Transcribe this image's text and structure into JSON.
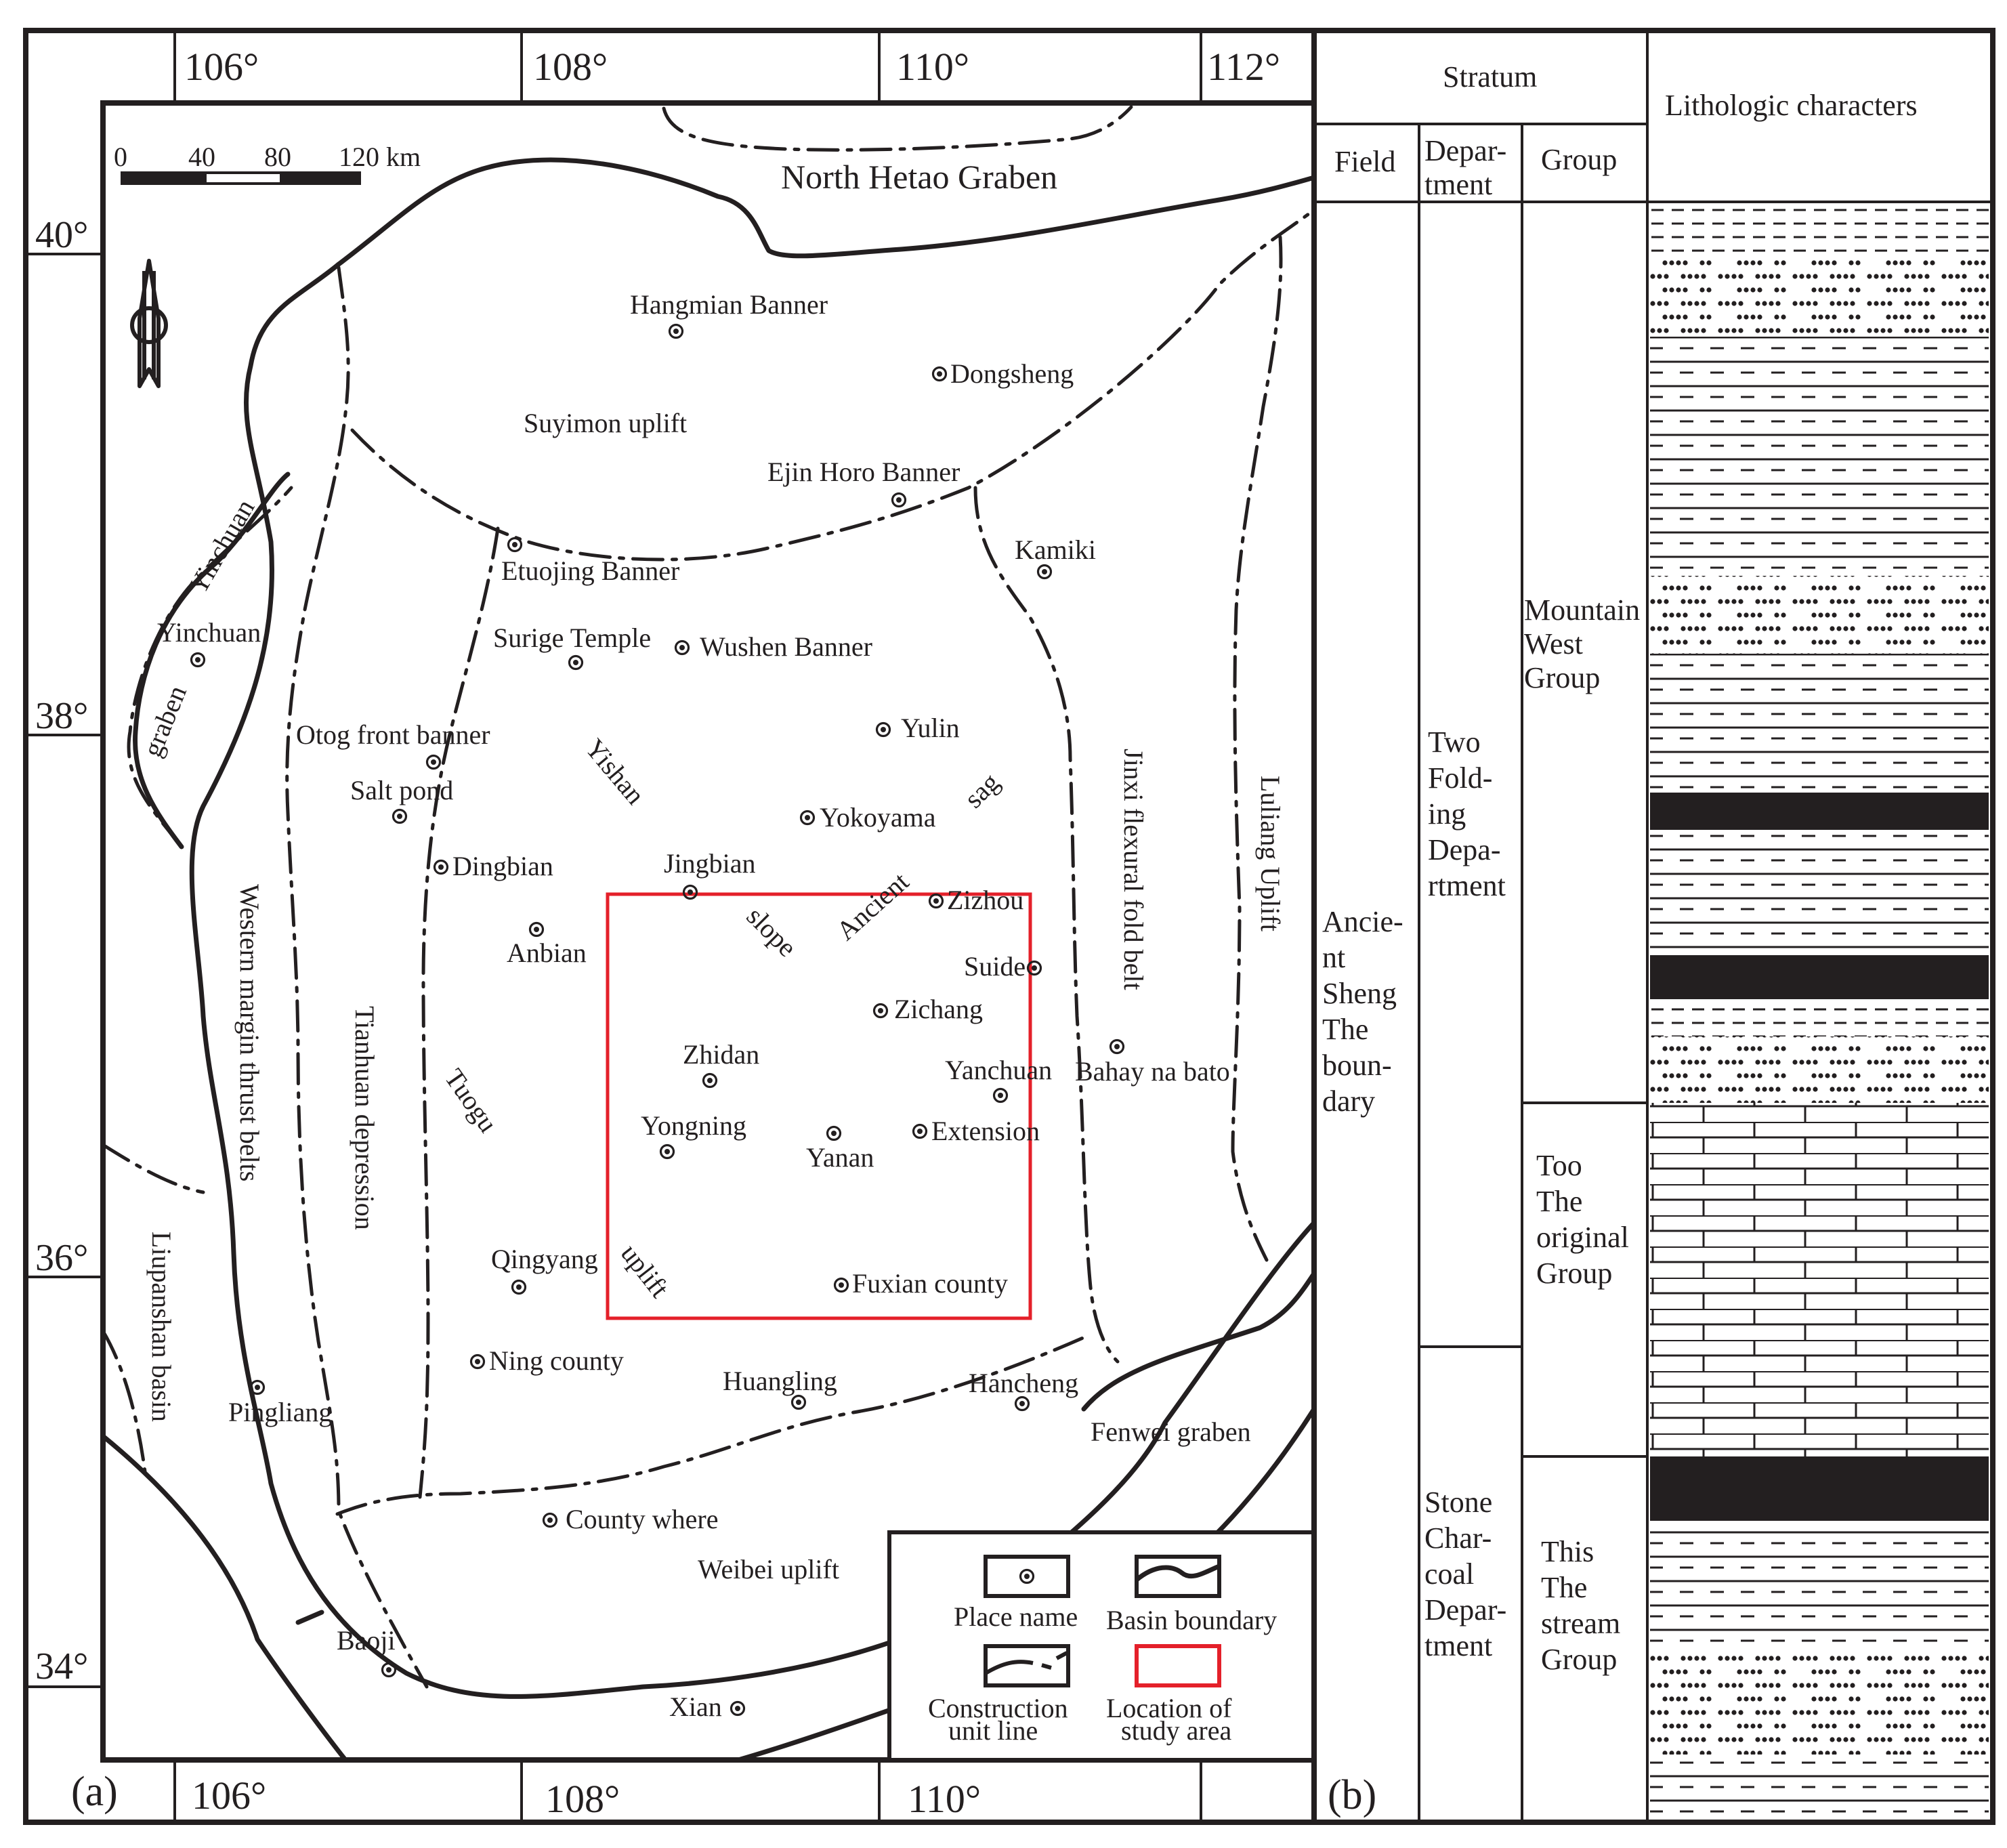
{
  "panel_labels": {
    "a": "(a)",
    "b": "(b)"
  },
  "map": {
    "top_lon_ticks": [
      "106°",
      "108°",
      "110°",
      "112°"
    ],
    "bottom_lon_ticks": [
      "106°",
      "108°",
      "110°"
    ],
    "lat_ticks": [
      "40°",
      "38°",
      "36°",
      "34°"
    ],
    "scale_bar": {
      "labels": [
        "0",
        "40",
        "80",
        "120 km"
      ]
    },
    "places": [
      {
        "id": "hangmian-banner",
        "name": "Hangmian Banner"
      },
      {
        "id": "dongsheng",
        "name": "Dongsheng"
      },
      {
        "id": "ejin-horo-banner",
        "name": "Ejin Horo Banner"
      },
      {
        "id": "kamiki",
        "name": "Kamiki"
      },
      {
        "id": "etuojing-banner",
        "name": "Etuojing Banner"
      },
      {
        "id": "yinchuan",
        "name": "Yinchuan"
      },
      {
        "id": "surige-temple",
        "name": "Surige Temple"
      },
      {
        "id": "wushen-banner",
        "name": "Wushen Banner"
      },
      {
        "id": "yulin",
        "name": "Yulin"
      },
      {
        "id": "otog-front-banner",
        "name": "Otog front banner"
      },
      {
        "id": "salt-pond",
        "name": "Salt pond"
      },
      {
        "id": "yokoyama",
        "name": "Yokoyama"
      },
      {
        "id": "dingbian",
        "name": "Dingbian"
      },
      {
        "id": "jingbian",
        "name": "Jingbian"
      },
      {
        "id": "zizhou",
        "name": "Zizhou"
      },
      {
        "id": "anbian",
        "name": "Anbian"
      },
      {
        "id": "suide",
        "name": "Suide"
      },
      {
        "id": "zichang",
        "name": "Zichang"
      },
      {
        "id": "zhidan",
        "name": "Zhidan"
      },
      {
        "id": "yanchuan",
        "name": "Yanchuan"
      },
      {
        "id": "bahay-na-bato",
        "name": "Bahay na bato"
      },
      {
        "id": "yongning",
        "name": "Yongning"
      },
      {
        "id": "yanan",
        "name": "Yanan"
      },
      {
        "id": "extension",
        "name": "Extension"
      },
      {
        "id": "qingyang",
        "name": "Qingyang"
      },
      {
        "id": "fuxian-county",
        "name": "Fuxian county"
      },
      {
        "id": "ning-county",
        "name": "Ning county"
      },
      {
        "id": "huangling",
        "name": "Huangling"
      },
      {
        "id": "hancheng",
        "name": "Hancheng"
      },
      {
        "id": "pingliang",
        "name": "Pingliang"
      },
      {
        "id": "county-where",
        "name": "County where"
      },
      {
        "id": "baoji",
        "name": "Baoji"
      },
      {
        "id": "xian",
        "name": "Xian"
      }
    ],
    "regions": {
      "north_hetao_graben": "North Hetao Graben",
      "suyimon_uplift": "Suyimon uplift",
      "yinchuan_top": "Yinchuan",
      "yinchuan_graben": "graben",
      "yishan": "Yishan",
      "sag": "sag",
      "ancient": "Ancient",
      "slope": "slope",
      "tuogu": "Tuogu",
      "uplift": "uplift",
      "jinxi": "Jinxi flexural fold belt",
      "luliang": "Luliang Uplift",
      "western_margin": "Western margin thrust belts",
      "tianhuan": "Tianhuan depression",
      "liupanshan": "Liupanshan basin",
      "fenwei": "Fenwei graben",
      "weibei": "Weibei uplift"
    },
    "legend": {
      "place_name": "Place name",
      "basin_boundary": "Basin boundary",
      "construction_line": [
        "Construction",
        "unit line"
      ],
      "study_area": [
        "Location of",
        "study area"
      ]
    },
    "colors": {
      "ink": "#231f20",
      "study_area": "#e4202a"
    }
  },
  "strata": {
    "header": {
      "stratum": "Stratum",
      "lithology": "Lithologic characters"
    },
    "subheader": {
      "field": "Field",
      "department": [
        "Depar-",
        "tment"
      ],
      "group": "Group"
    },
    "field": [
      "Ancie-",
      "nt",
      "Sheng",
      "The",
      "boun-",
      "dary"
    ],
    "departments": [
      {
        "id": "two-folding",
        "lines": [
          "Two",
          "Fold-",
          "ing",
          "Depa-",
          "rtment"
        ]
      },
      {
        "id": "stone-charcoal",
        "lines": [
          "Stone",
          "Char-",
          "coal",
          "Depar-",
          "tment"
        ]
      }
    ],
    "groups": [
      {
        "id": "mountain-west",
        "lines": [
          "Mountain",
          "West",
          "Group"
        ]
      },
      {
        "id": "too-the-original",
        "lines": [
          "Too",
          "The",
          "original",
          "Group"
        ]
      },
      {
        "id": "this-the-stream",
        "lines": [
          "This",
          "The",
          "stream",
          "Group"
        ]
      }
    ]
  }
}
